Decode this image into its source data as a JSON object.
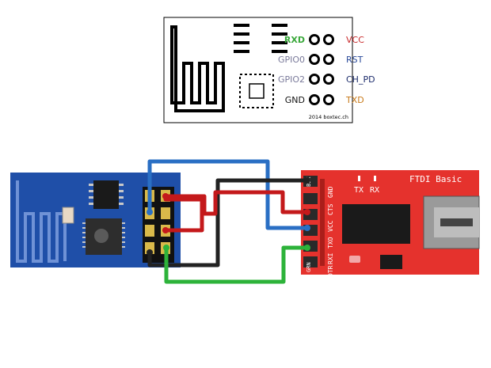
{
  "pinout": {
    "left_pins": [
      {
        "label": "RXD",
        "color": "#39a83a"
      },
      {
        "label": "GPIO0",
        "color": "#7a7a9a"
      },
      {
        "label": "GPIO2",
        "color": "#7a7a9a"
      },
      {
        "label": "GND",
        "color": "#111111"
      }
    ],
    "right_pins": [
      {
        "label": "VCC",
        "color": "#c8282a"
      },
      {
        "label": "RST",
        "color": "#2a4a9a"
      },
      {
        "label": "CH_PD",
        "color": "#1a2a6a"
      },
      {
        "label": "TXD",
        "color": "#c87a1a"
      }
    ],
    "credit": "2014 boxtec.ch"
  },
  "ftdi": {
    "title": "FTDI Basic",
    "tx_label": "TX",
    "rx_label": "RX",
    "pin_labels": [
      "GND",
      "CTS",
      "VCC",
      "TXO",
      "RXI",
      "DTR"
    ],
    "top_label": "BLK",
    "bottom_label": "GRN"
  },
  "wire_colors": {
    "blue": "#2a6fc4",
    "black": "#222222",
    "red": "#c4191b",
    "green": "#2db33a"
  },
  "board_colors": {
    "esp_board": "#1f4fa8",
    "ftdi_board": "#e5322d"
  }
}
